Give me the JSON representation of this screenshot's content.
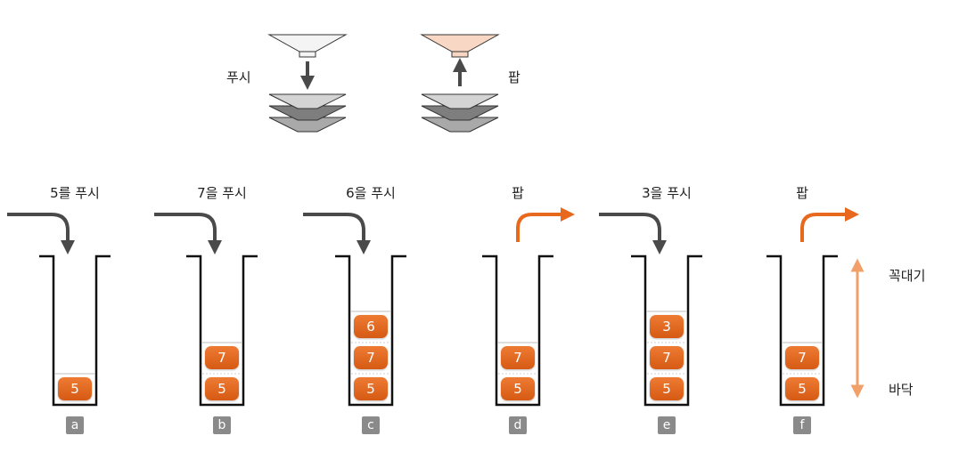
{
  "legend": {
    "push_label": "푸시",
    "pop_label": "팝"
  },
  "axis": {
    "top_label": "꼭대기",
    "bottom_label": "바닥"
  },
  "colors": {
    "accent": "#e8691e",
    "arrow_dark": "#4a4a4a",
    "tag_bg": "#8a8a8a"
  },
  "steps": [
    {
      "id": "a",
      "caption": "5를 푸시",
      "operation": "push",
      "items": [
        "5"
      ]
    },
    {
      "id": "b",
      "caption": "7을 푸시",
      "operation": "push",
      "items": [
        "5",
        "7"
      ]
    },
    {
      "id": "c",
      "caption": "6을 푸시",
      "operation": "push",
      "items": [
        "5",
        "7",
        "6"
      ]
    },
    {
      "id": "d",
      "caption": "팝",
      "operation": "pop",
      "items": [
        "5",
        "7"
      ]
    },
    {
      "id": "e",
      "caption": "3을 푸시",
      "operation": "push",
      "items": [
        "5",
        "7",
        "3"
      ]
    },
    {
      "id": "f",
      "caption": "팝",
      "operation": "pop",
      "items": [
        "5",
        "7"
      ]
    }
  ]
}
